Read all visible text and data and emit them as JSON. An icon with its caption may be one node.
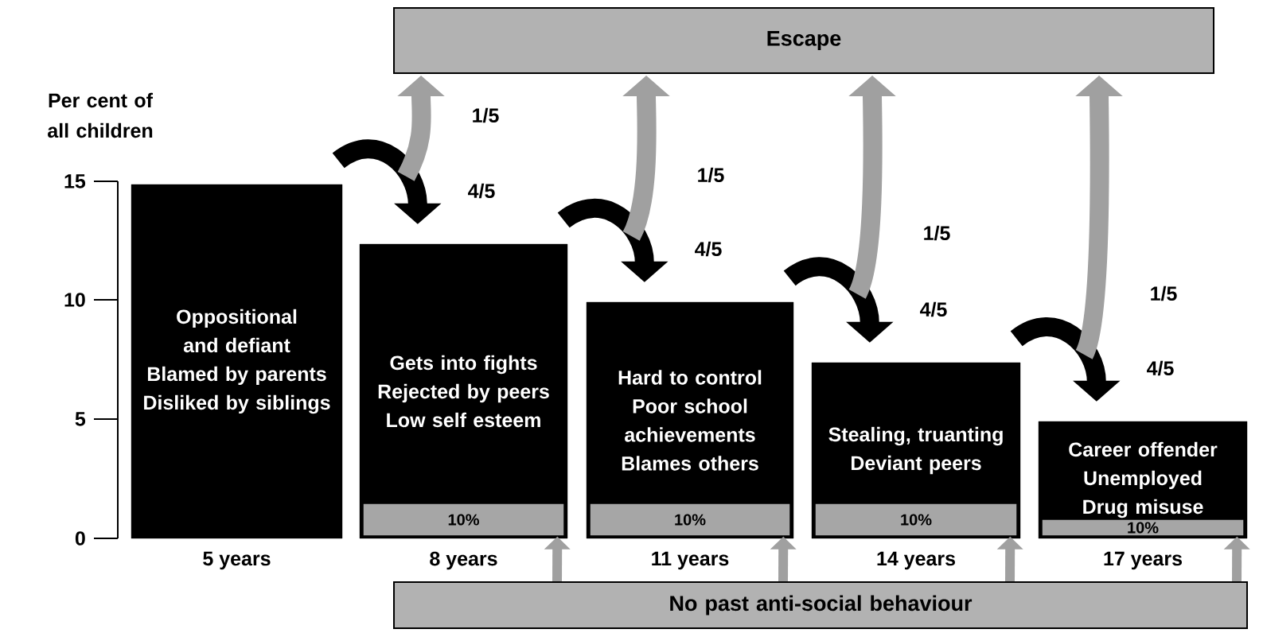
{
  "diagram": {
    "nodes": [
      {
        "text": [
          "Escape"
        ]
      },
      {
        "text": [
          "Oppositional and defiant",
          "Blamed by parents",
          "Disliked by siblings"
        ],
        "beside": [
          "5 years"
        ]
      },
      {
        "text": [
          "Gets into fights",
          "Rejected by peers",
          "Low self esteem"
        ],
        "beside": [
          "8 years"
        ]
      },
      {
        "text": [
          "10%"
        ],
        "in": 2
      },
      {
        "text": [
          "Hard to control",
          "Poor school achievements",
          "Blames others"
        ],
        "beside": [
          "11 years"
        ]
      },
      {
        "text": [
          "10%"
        ],
        "in": 4
      },
      {
        "text": [
          "Stealing, truanting",
          "Deviant peers"
        ],
        "beside": [
          "14 years"
        ]
      },
      {
        "text": [
          "10%"
        ],
        "in": 6
      },
      {
        "text": [
          "Career offender",
          "Unemployed",
          "Drug misuse"
        ],
        "beside": [
          "17 years"
        ]
      },
      {
        "text": [
          "10%"
        ],
        "in": 8
      },
      {
        "text": [
          "No past anti-social behaviour"
        ]
      }
    ],
    "edges": [
      {
        "from": 1,
        "to": 2,
        "arrow": "to",
        "label": "4/5",
        "color": "#000000"
      },
      {
        "from": 1,
        "to": 0,
        "arrow": "to",
        "label": "1/5"
      },
      {
        "from": 2,
        "to": 4,
        "arrow": "to",
        "label": "4/5",
        "color": "#000000"
      },
      {
        "from": 2,
        "to": 0,
        "arrow": "to",
        "label": "1/5"
      },
      {
        "from": 4,
        "to": 6,
        "arrow": "to",
        "label": "4/5",
        "color": "#000000"
      },
      {
        "from": 4,
        "to": 0,
        "arrow": "to",
        "label": "1/5"
      },
      {
        "from": 6,
        "to": 8,
        "arrow": "to",
        "label": "4/5",
        "color": "#000000"
      },
      {
        "from": 6,
        "to": 0,
        "arrow": "to",
        "label": "1/5"
      },
      {
        "from": 10,
        "to": 3,
        "arrow": "to"
      },
      {
        "from": 10,
        "to": 5,
        "arrow": "to"
      },
      {
        "from": 10,
        "to": 7,
        "arrow": "to"
      },
      {
        "from": 10,
        "to": 9,
        "arrow": "to"
      }
    ],
    "labels": [
      "Per cent of all children",
      "15",
      "10",
      "5",
      "0"
    ]
  }
}
